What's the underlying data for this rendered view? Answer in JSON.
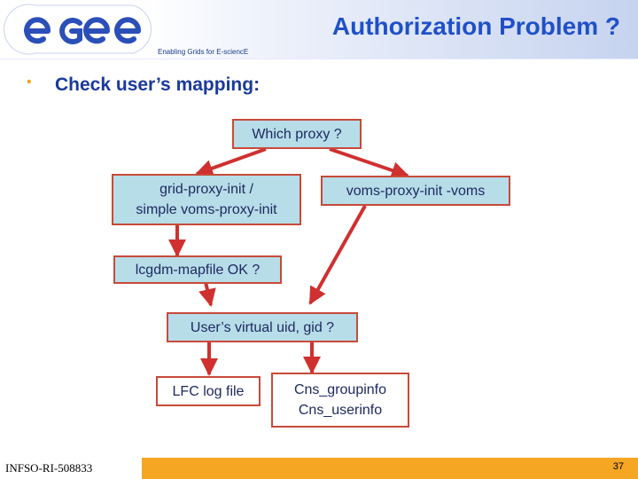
{
  "header": {
    "title": "Authorization Problem ?",
    "tagline": "Enabling Grids for E-sciencE",
    "logo_text": "egee"
  },
  "bullet": {
    "text": "Check user’s mapping:"
  },
  "diagram": {
    "nodes": {
      "which_proxy": "Which proxy ?",
      "grid_proxy_line1": "grid-proxy-init /",
      "grid_proxy_line2": "simple voms-proxy-init",
      "voms_proxy": "voms-proxy-init -voms",
      "mapfile": "lcgdm-mapfile OK ?",
      "virtual_uid": "User’s virtual uid, gid ?",
      "lfc_log": "LFC log file",
      "cns_line1": "Cns_groupinfo",
      "cns_line2": "Cns_userinfo"
    }
  },
  "footer": {
    "project_id": "INFSO-RI-508833",
    "page_number": "37"
  },
  "colors": {
    "title": "#2050c8",
    "arrow": "#d03030",
    "box_fill": "#b7dde8",
    "box_border": "#c84a3a",
    "footer_bar": "#f5a623"
  }
}
